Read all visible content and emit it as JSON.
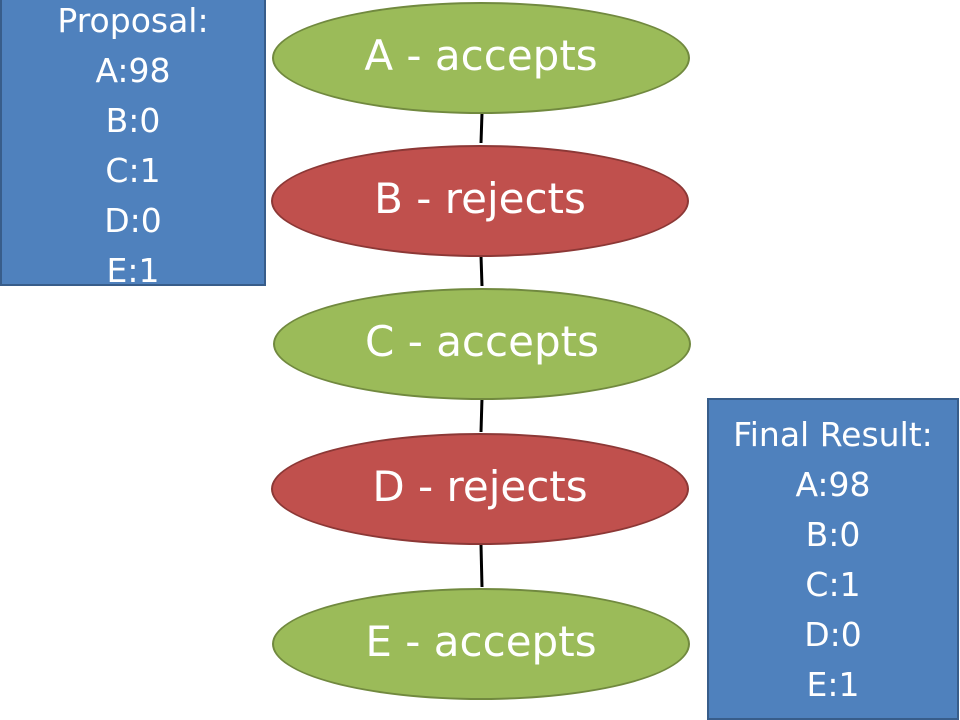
{
  "proposal": {
    "title": "Proposal:",
    "items": [
      "A:98",
      "B:0",
      "C:1",
      "D:0",
      "E:1"
    ]
  },
  "result": {
    "title": "Final Result:",
    "items": [
      "A:98",
      "B:0",
      "C:1",
      "D:0",
      "E:1"
    ]
  },
  "nodes": [
    {
      "label": "A - accepts",
      "status": "accept"
    },
    {
      "label": "B - rejects",
      "status": "reject"
    },
    {
      "label": "C - accepts",
      "status": "accept"
    },
    {
      "label": "D - rejects",
      "status": "reject"
    },
    {
      "label": "E - accepts",
      "status": "accept"
    }
  ],
  "colors": {
    "accept": "#9bbb59",
    "reject": "#c0504d",
    "box": "#4f81bd"
  }
}
